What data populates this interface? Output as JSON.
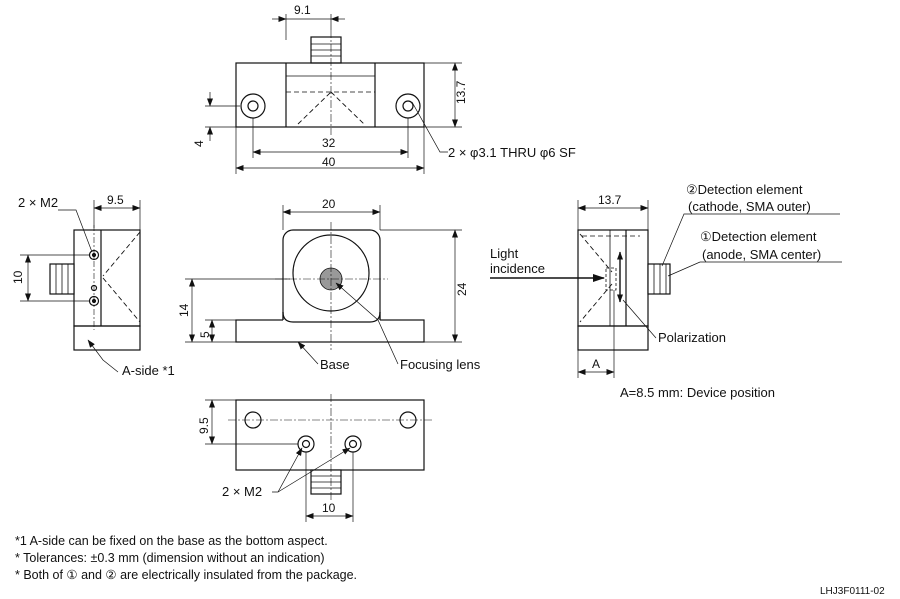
{
  "top_view": {
    "d_9_1": "9.1",
    "d_13_7": "13.7",
    "d_4": "4",
    "d_32": "32",
    "d_40": "40",
    "holes": "2 × φ3.1 THRU φ6 SF"
  },
  "left_view": {
    "m2": "2 × M2",
    "d_9_5": "9.5",
    "d_10": "10",
    "a_side": "A-side *1"
  },
  "front_view": {
    "d_20": "20",
    "d_24": "24",
    "d_14": "14",
    "d_5": "5",
    "base": "Base",
    "lens": "Focusing lens"
  },
  "right_view": {
    "d_13_7": "13.7",
    "elem2_line1": "②Detection element",
    "elem2_line2": "(cathode, SMA outer)",
    "elem1_line1": "①Detection element",
    "elem1_line2": "(anode, SMA center)",
    "light1": "Light",
    "light2": "incidence",
    "polarization": "Polarization",
    "a": "A",
    "device_position": "A=8.5 mm: Device position"
  },
  "bottom_view": {
    "d_9_5": "9.5",
    "m2": "2 × M2",
    "d_10": "10"
  },
  "notes": [
    "*1 A-side can be fixed on the base as the bottom aspect.",
    "* Tolerances: ±0.3 mm (dimension without an indication)",
    "* Both of ① and ② are electrically insulated from the package."
  ],
  "drawing_code": "LHJ3F0111-02"
}
